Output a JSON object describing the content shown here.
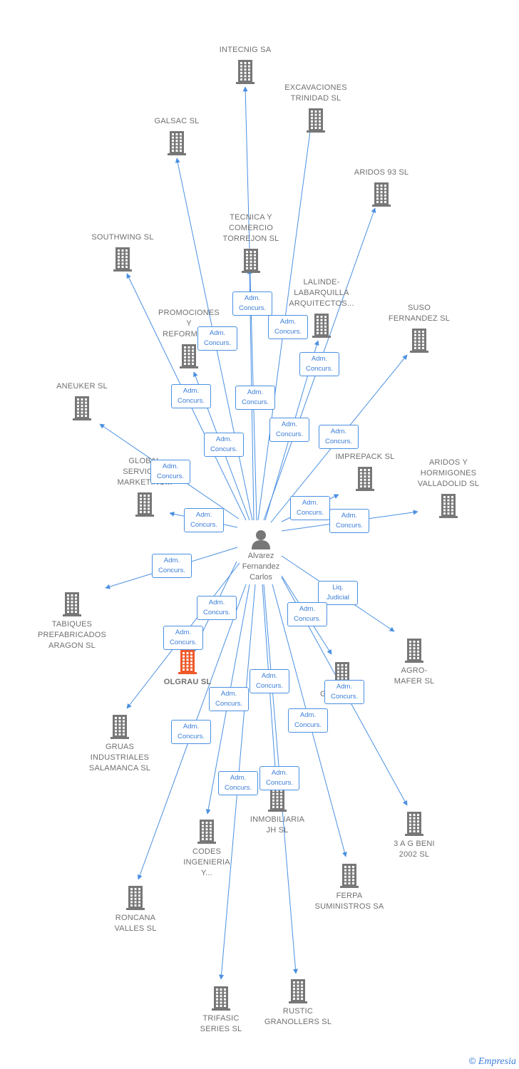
{
  "center": {
    "name": "Alvarez\nFernandez\nCarlos"
  },
  "highlight_color": "#ef5a2a",
  "building_color": "#777777",
  "edge_color": "#4a90e2",
  "companies": [
    {
      "id": "intecnig",
      "label": "INTECNIG SA"
    },
    {
      "id": "excavaciones",
      "label": "EXCAVACIONES\nTRINIDAD SL"
    },
    {
      "id": "galsac",
      "label": "GALSAC SL"
    },
    {
      "id": "aridos93",
      "label": "ARIDOS 93 SL"
    },
    {
      "id": "tecnica",
      "label": "TECNICA Y\nCOMERCIO\nTORREJON SL"
    },
    {
      "id": "southwing",
      "label": "SOUTHWING SL"
    },
    {
      "id": "lalinde",
      "label": "LALINDE-\nLABARQUILLA\nARQUITECTOS..."
    },
    {
      "id": "promociones",
      "label": "PROMOCIONES\nY\nREFORMAS..."
    },
    {
      "id": "suso",
      "label": "SUSO\nFERNANDEZ SL"
    },
    {
      "id": "aneuker",
      "label": "ANEUKER SL"
    },
    {
      "id": "global",
      "label": "GLOBAL\nSERVICIOS\nMARKETING..."
    },
    {
      "id": "imprepack",
      "label": "IMPREPACK SL"
    },
    {
      "id": "aridosh",
      "label": "ARIDOS Y\nHORMIGONES\nVALLADOLID SL"
    },
    {
      "id": "tabiques",
      "label": "TABIQUES\nPREFABRICADOS\nARAGON SL"
    },
    {
      "id": "olgrau",
      "label": "OLGRAU SL"
    },
    {
      "id": "agromafer",
      "label": "AGRO-\nMAFER SL"
    },
    {
      "id": "gabeal",
      "label": "GABEAL SL"
    },
    {
      "id": "gruas",
      "label": "GRUAS\nINDUSTRIALES\nSALAMANCA SL"
    },
    {
      "id": "inmobiliaria",
      "label": "INMOBILIARIA\nJH SL"
    },
    {
      "id": "3agbeni",
      "label": "3 A G BENI\n2002 SL"
    },
    {
      "id": "codes",
      "label": "CODES\nINGENIERIA\nY..."
    },
    {
      "id": "ferpa",
      "label": "FERPA\nSUMINISTROS SA"
    },
    {
      "id": "roncana",
      "label": "RONCANA\nVALLES SL"
    },
    {
      "id": "trifasic",
      "label": "TRIFASIC\nSERIES SL"
    },
    {
      "id": "rustic",
      "label": "RUSTIC\nGRANOLLERS SL"
    }
  ],
  "relations": [
    {
      "target": "tecnica",
      "label": "Adm.\nConcurs."
    },
    {
      "target": "lalinde",
      "label": "Adm.\nConcurs."
    },
    {
      "target": "galsac",
      "label": "Adm.\nConcurs."
    },
    {
      "target": "excavaciones",
      "label": "Adm.\nConcurs."
    },
    {
      "target": "promociones",
      "label": "Adm.\nConcurs."
    },
    {
      "target": "intecnig",
      "label": "Adm.\nConcurs."
    },
    {
      "target": "aridos93",
      "label": "Adm.\nConcurs."
    },
    {
      "target": "southwing",
      "label": "Adm.\nConcurs."
    },
    {
      "target": "suso",
      "label": "Adm.\nConcurs."
    },
    {
      "target": "aneuker",
      "label": "Adm.\nConcurs."
    },
    {
      "target": "global",
      "label": "Adm.\nConcurs."
    },
    {
      "target": "imprepack",
      "label": "Adm.\nConcurs."
    },
    {
      "target": "aridosh",
      "label": "Adm.\nConcurs."
    },
    {
      "target": "tabiques",
      "label": "Adm.\nConcurs."
    },
    {
      "target": "agromafer",
      "label": "Liq.\nJudicial"
    },
    {
      "target": "olgrau",
      "label": "Adm.\nConcurs."
    },
    {
      "target": "gabeal",
      "label": "Adm.\nConcurs."
    },
    {
      "target": "gruas",
      "label": "Adm.\nConcurs."
    },
    {
      "target": "inmobiliaria",
      "label": "Adm.\nConcurs."
    },
    {
      "target": "3agbeni",
      "label": "Adm.\nConcurs."
    },
    {
      "target": "codes",
      "label": "Adm.\nConcurs."
    },
    {
      "target": "ferpa",
      "label": "Adm.\nConcurs."
    },
    {
      "target": "roncana",
      "label": "Adm.\nConcurs."
    },
    {
      "target": "trifasic",
      "label": "Adm.\nConcurs."
    },
    {
      "target": "rustic",
      "label": "Adm.\nConcurs."
    }
  ],
  "footer": {
    "copyright": "©",
    "brand": "Empresia"
  }
}
